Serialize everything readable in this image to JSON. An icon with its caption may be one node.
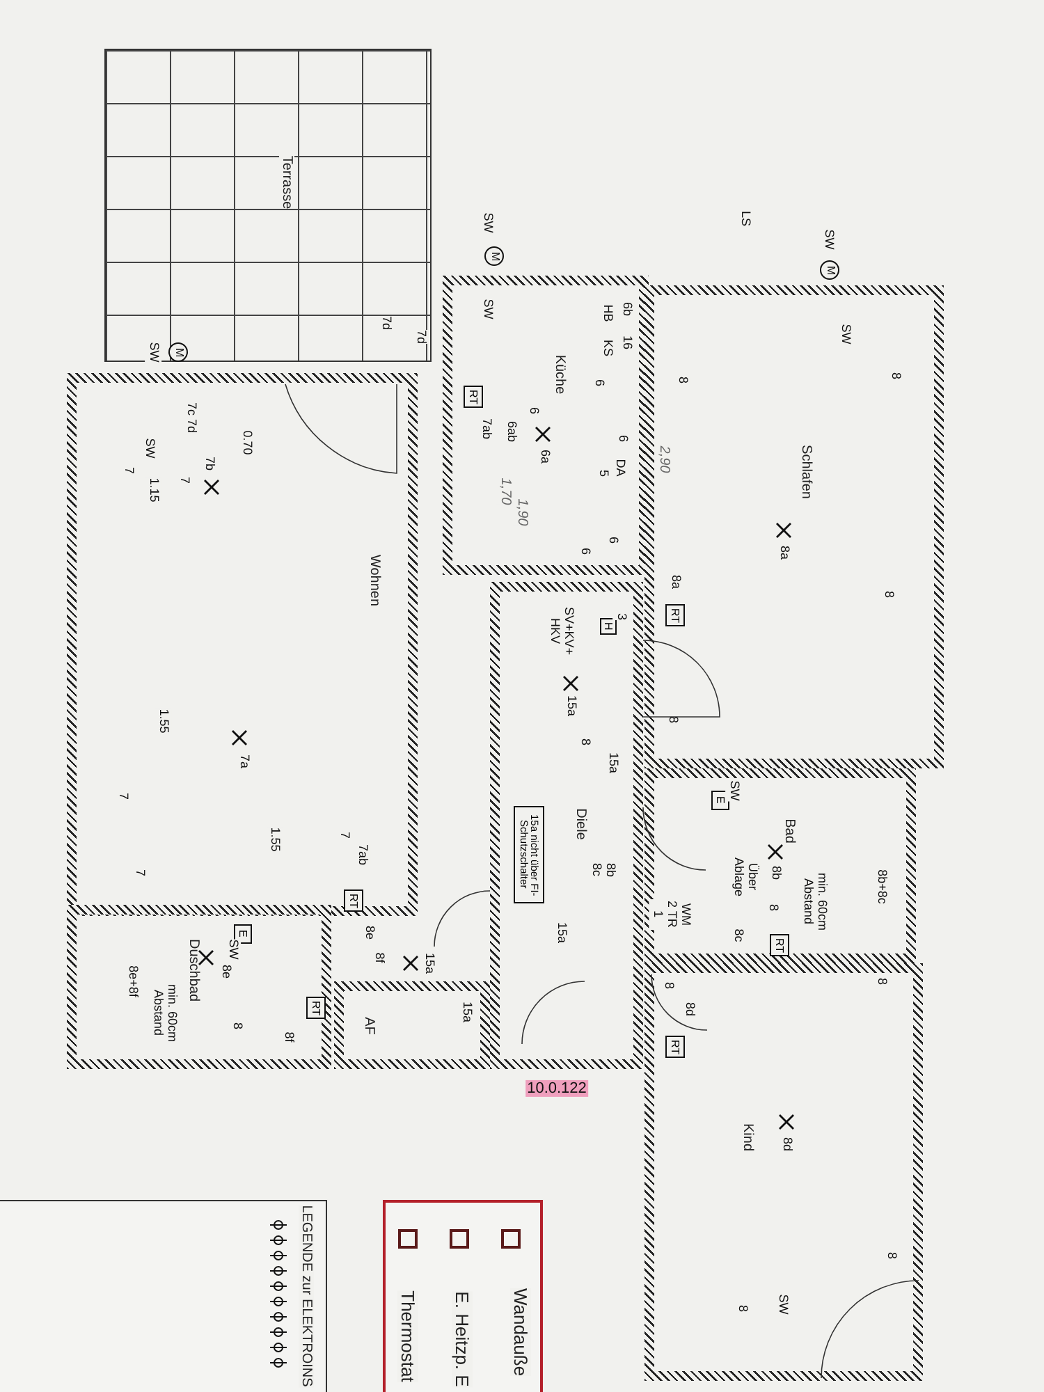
{
  "diagram": {
    "nodes": [
      {
        "text": [
          "Terrasse"
        ]
      },
      {
        "text": [
          "Wohnen"
        ]
      },
      {
        "text": [
          "RT"
        ],
        "in": 1
      },
      {
        "text": [
          "Küche"
        ]
      },
      {
        "text": [
          "RT"
        ],
        "in": 3
      },
      {
        "text": [
          "Schlafen"
        ]
      },
      {
        "text": [
          "RT"
        ],
        "in": 5
      },
      {
        "text": [
          "Diele"
        ]
      },
      {
        "text": [
          "H"
        ],
        "in": 7,
        "beside": [
          "3"
        ]
      },
      {
        "text": [
          "15a nicht über FI-Schutzschalter"
        ],
        "in": 7
      },
      {
        "text": [
          "Bad"
        ]
      },
      {
        "text": [
          "E"
        ],
        "in": 10,
        "beside": [
          "SW"
        ]
      },
      {
        "text": [
          "RT"
        ],
        "in": 10
      },
      {
        "text": [
          "Duschbad"
        ]
      },
      {
        "text": [
          "E"
        ],
        "in": 13,
        "beside": [
          "SW"
        ]
      },
      {
        "text": [
          "RT"
        ],
        "in": 13
      },
      {
        "text": [
          "AF"
        ]
      },
      {
        "text": [
          "Kind"
        ]
      },
      {
        "text": [
          "RT"
        ],
        "in": 17
      },
      {
        "text": [
          "LEGENDE zur ELEKTROINS"
        ]
      },
      {
        "text": [
          "Wandauße",
          "E. Heitzp. E",
          "Thermostat"
        ]
      }
    ],
    "edges": [],
    "labels": [
      "M",
      "SW",
      "7d",
      "7d",
      "SW",
      "M",
      "LS",
      "SW",
      "M",
      "SW",
      "SW",
      "6b",
      "16",
      "HB",
      "KS",
      "6",
      "6",
      "7ab",
      "6ab",
      "6a",
      "6",
      "DA",
      "5",
      "1,70",
      "1,90",
      "6",
      "6",
      "7c 7d",
      "SW",
      "7",
      "7",
      "7b",
      "0.70",
      "1.15",
      "2,90",
      "8",
      "8",
      "8a",
      "8",
      "8a",
      "SV+KV+ HKV",
      "15a",
      "8",
      "15a",
      "8",
      "1.55",
      "7a",
      "7",
      "1.55",
      "7",
      "7",
      "7ab",
      "8b 8c",
      "8b",
      "Über Ablage",
      "min. 60cm Abstand",
      "8b+8c",
      "8e",
      "8f",
      "15a",
      "WM 2 TR 1",
      "8",
      "8c",
      "8e",
      "8e+8f",
      "min. 60cm Abstand",
      "8",
      "8f",
      "15a",
      "15a",
      "8",
      "8",
      "8d",
      "10.0.122",
      "8d",
      "8",
      "SW",
      "8"
    ]
  }
}
